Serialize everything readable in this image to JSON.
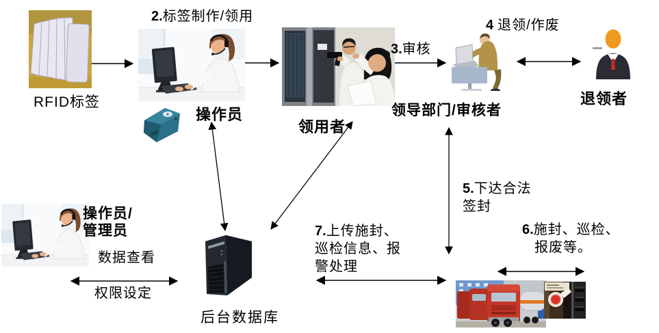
{
  "nodes": {
    "rfid_tags": {
      "label": "RFID标签"
    },
    "operator": {
      "label": "操作员"
    },
    "borrower": {
      "label": "领用者"
    },
    "approver": {
      "label": "领导部门/审核者"
    },
    "returner": {
      "label": "退领者"
    },
    "admin": {
      "label_line1": "操作员/",
      "label_line2": "管理员"
    },
    "database": {
      "label": "后台数据库"
    }
  },
  "steps": {
    "step2": {
      "num": "2.",
      "text": "标签制作/领用"
    },
    "step3": {
      "num": "3.",
      "text": "审核"
    },
    "step4": {
      "num": "4",
      "text": "退领/作废"
    },
    "step5": {
      "num": "5.",
      "line1": "下达合法",
      "line2": "签封"
    },
    "step6": {
      "num": "6.",
      "line1": "施封、巡检、",
      "line2": "报废等。"
    },
    "step7": {
      "num": "7.",
      "line1": "上传施封、",
      "line2": "巡检信息、报",
      "line3": "警处理"
    }
  },
  "edge_labels": {
    "data_view": "数据查看",
    "permission": "权限设定"
  },
  "images": {
    "rfid_tags": "rfid-cards-photo",
    "operator": "operator-with-headset-photo",
    "rfid_reader": "desktop-rfid-reader-device",
    "borrower": "workers-scanning-cabinet-photo",
    "approver": "clerk-at-desk-clipart",
    "returner": "businessperson-avatar",
    "database": "tower-server-photo",
    "admin": "operator-with-headset-photo",
    "trucks": "red-tanker-trucks-photo",
    "seal": "electronic-seal-on-door-photo"
  },
  "colors": {
    "arrow": "#000000",
    "text": "#000000",
    "reader_teal": "#2a7089",
    "returner_orange": "#ef9a1e",
    "truck_red": "#c5372a",
    "desk_blue": "#a7b7cb",
    "suit_dark": "#2b2b33",
    "server_black": "#1b1f27",
    "tag_background_tan": "#c9a43e"
  }
}
